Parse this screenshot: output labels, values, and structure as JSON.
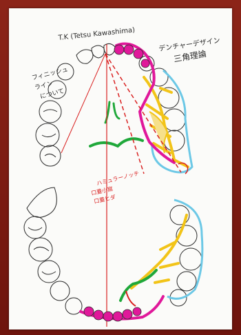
{
  "sketch": {
    "author_note": "T.K (Tetsu Kawashima)",
    "title_line1": "デンチャーデザイン",
    "title_line2": "三角理論",
    "left_note_line1": "フィニッシュ",
    "left_note_line2": "ライン",
    "left_note_line3": "について",
    "bottom_note_line1": "ハミュラーノッチ",
    "bottom_note_line2": "口蓋小窩",
    "bottom_note_line3": "口蓋ヒダ",
    "colors": {
      "ink": "#2a2a2a",
      "red": "#d92020",
      "magenta": "#e0189a",
      "yellow": "#f2c418",
      "green": "#1fa83a",
      "cyan": "#6cc8e6"
    }
  }
}
